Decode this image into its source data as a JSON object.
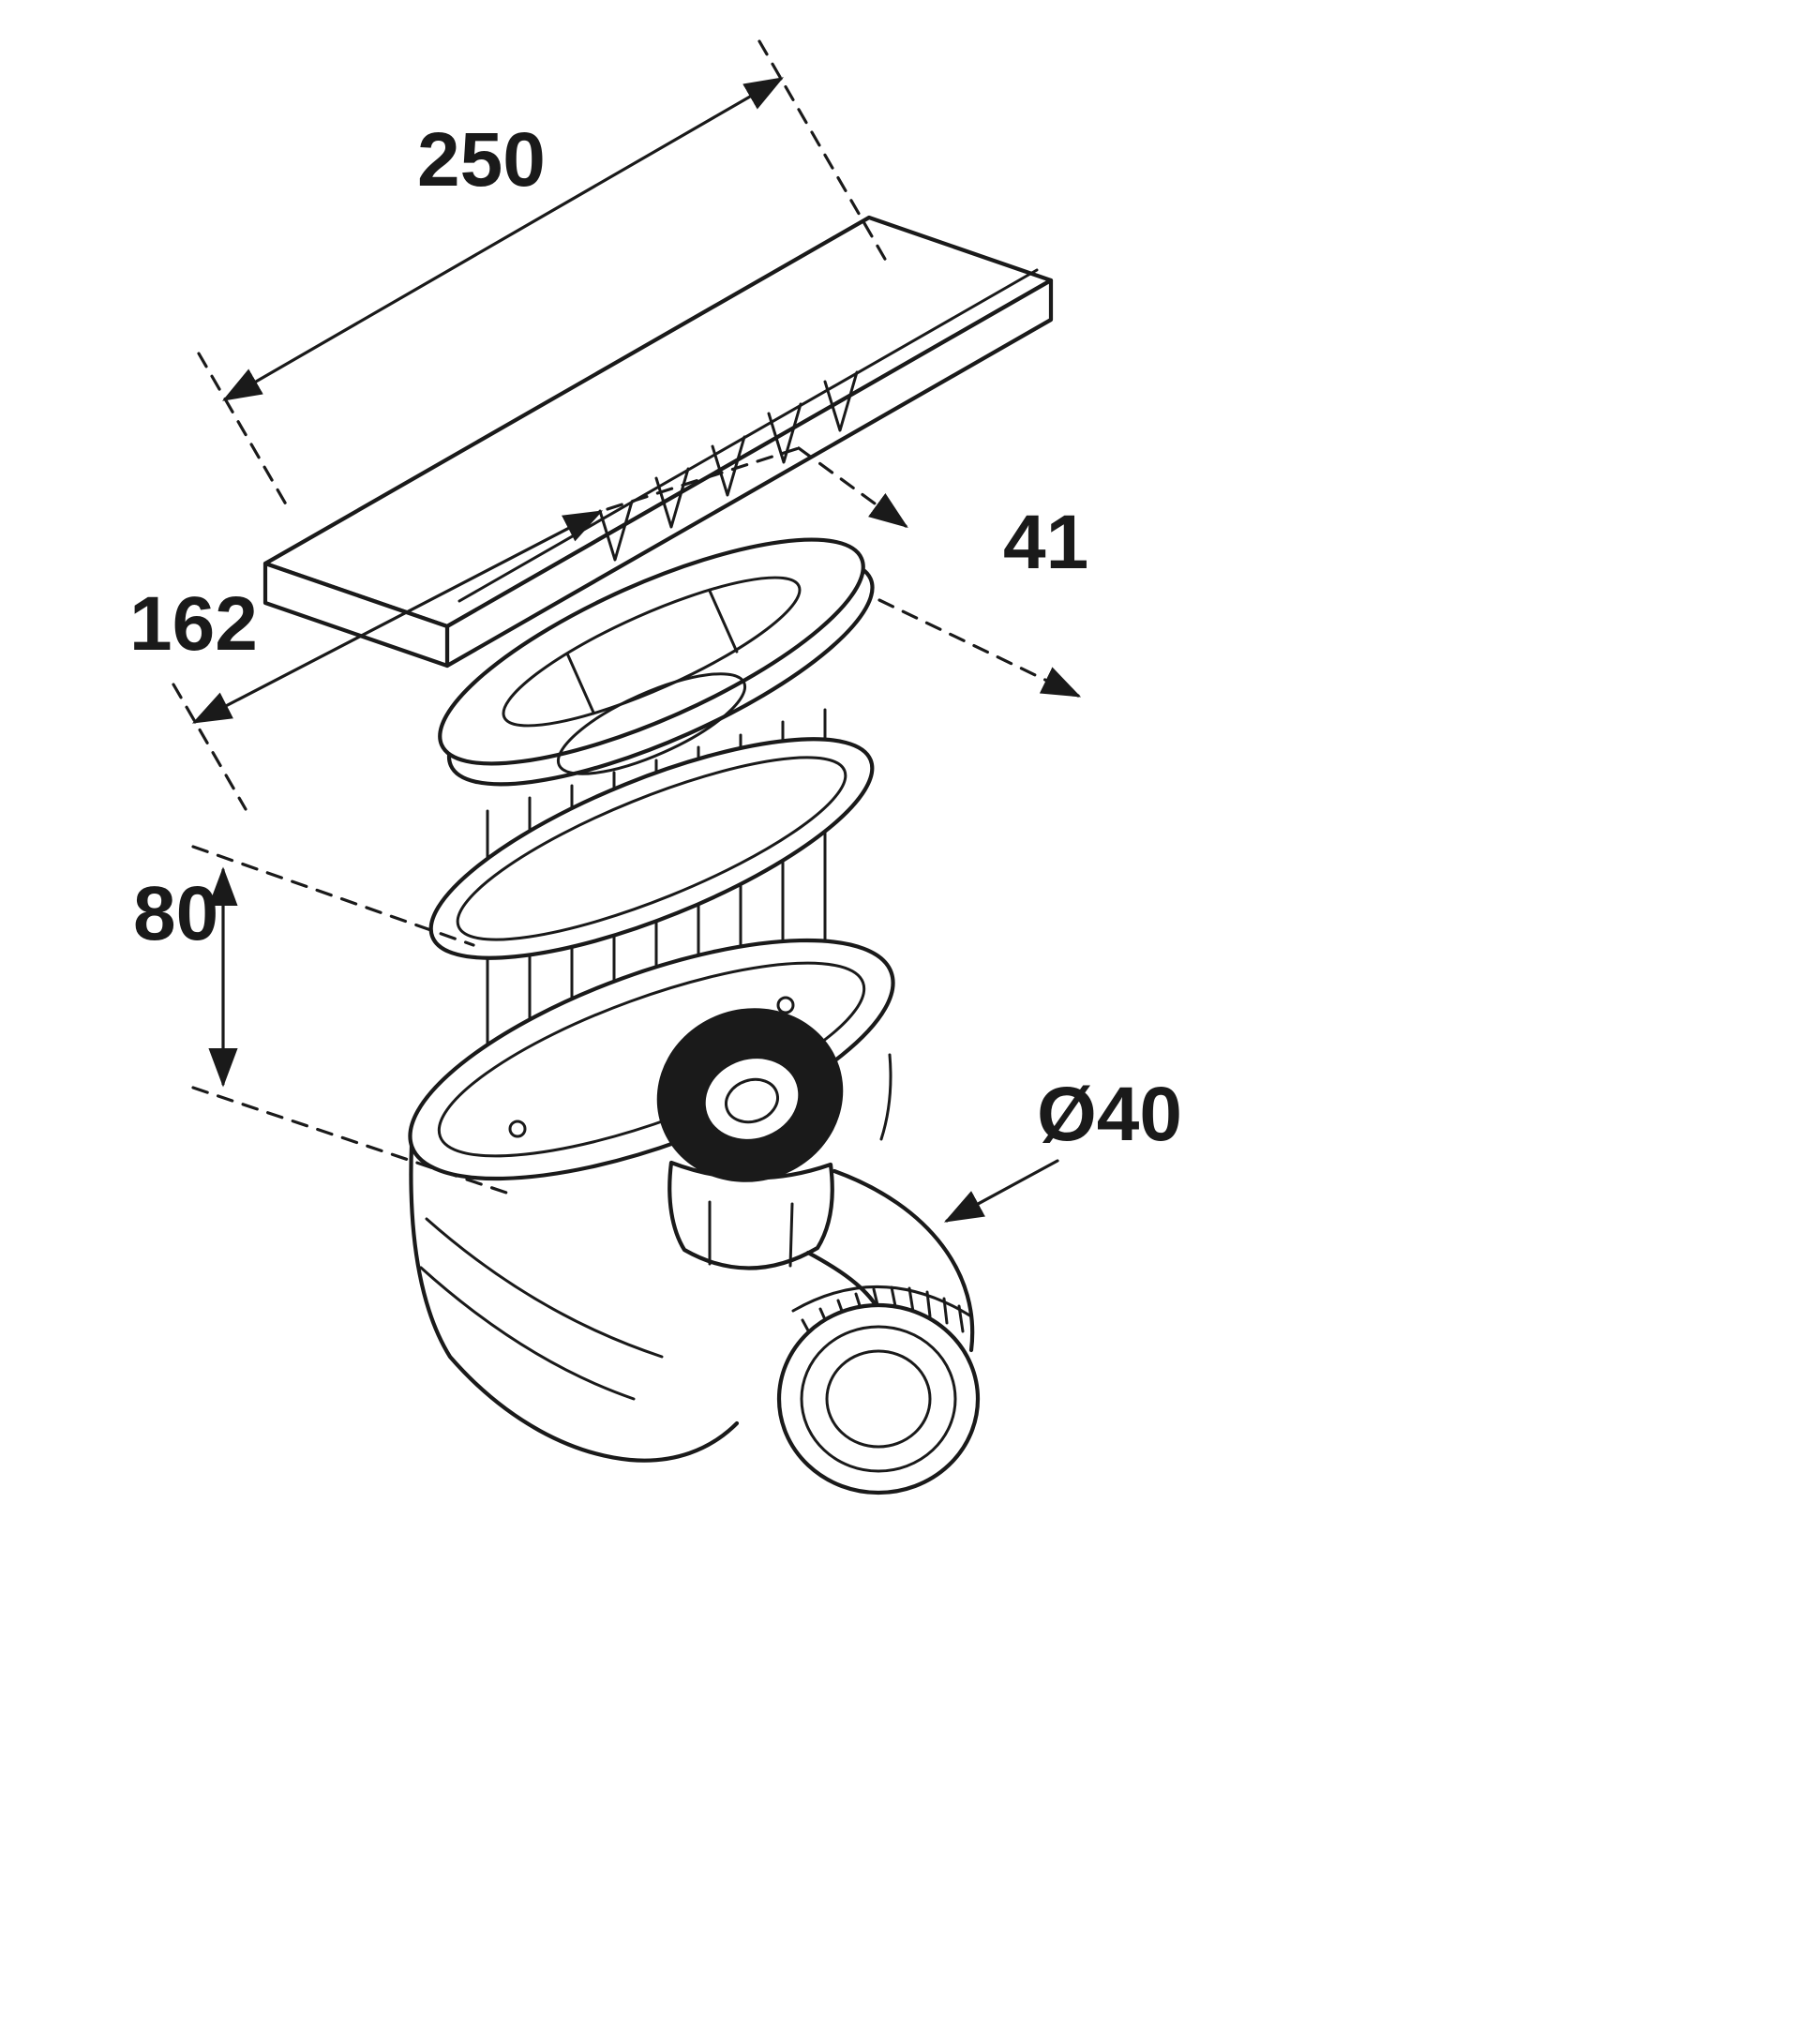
{
  "dimensions": {
    "cover_length": "250",
    "cover_width": "162",
    "flange_height": "41",
    "body_height": "80",
    "outlet_diameter": "Ø40"
  },
  "colors": {
    "line": "#1a1a1a",
    "background": "#ffffff"
  }
}
